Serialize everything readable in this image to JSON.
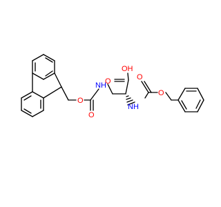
{
  "molecule": {
    "atoms": [
      {
        "label": "O"
      },
      {
        "label": "O"
      },
      {
        "label": "NH"
      },
      {
        "label": "OH"
      },
      {
        "label": "O"
      },
      {
        "label": "NH"
      },
      {
        "label": "O"
      },
      {
        "label": "O"
      }
    ]
  },
  "colors": {
    "bond": "#000000",
    "oxygen": "#ff0000",
    "nitrogen": "#0000ff"
  }
}
